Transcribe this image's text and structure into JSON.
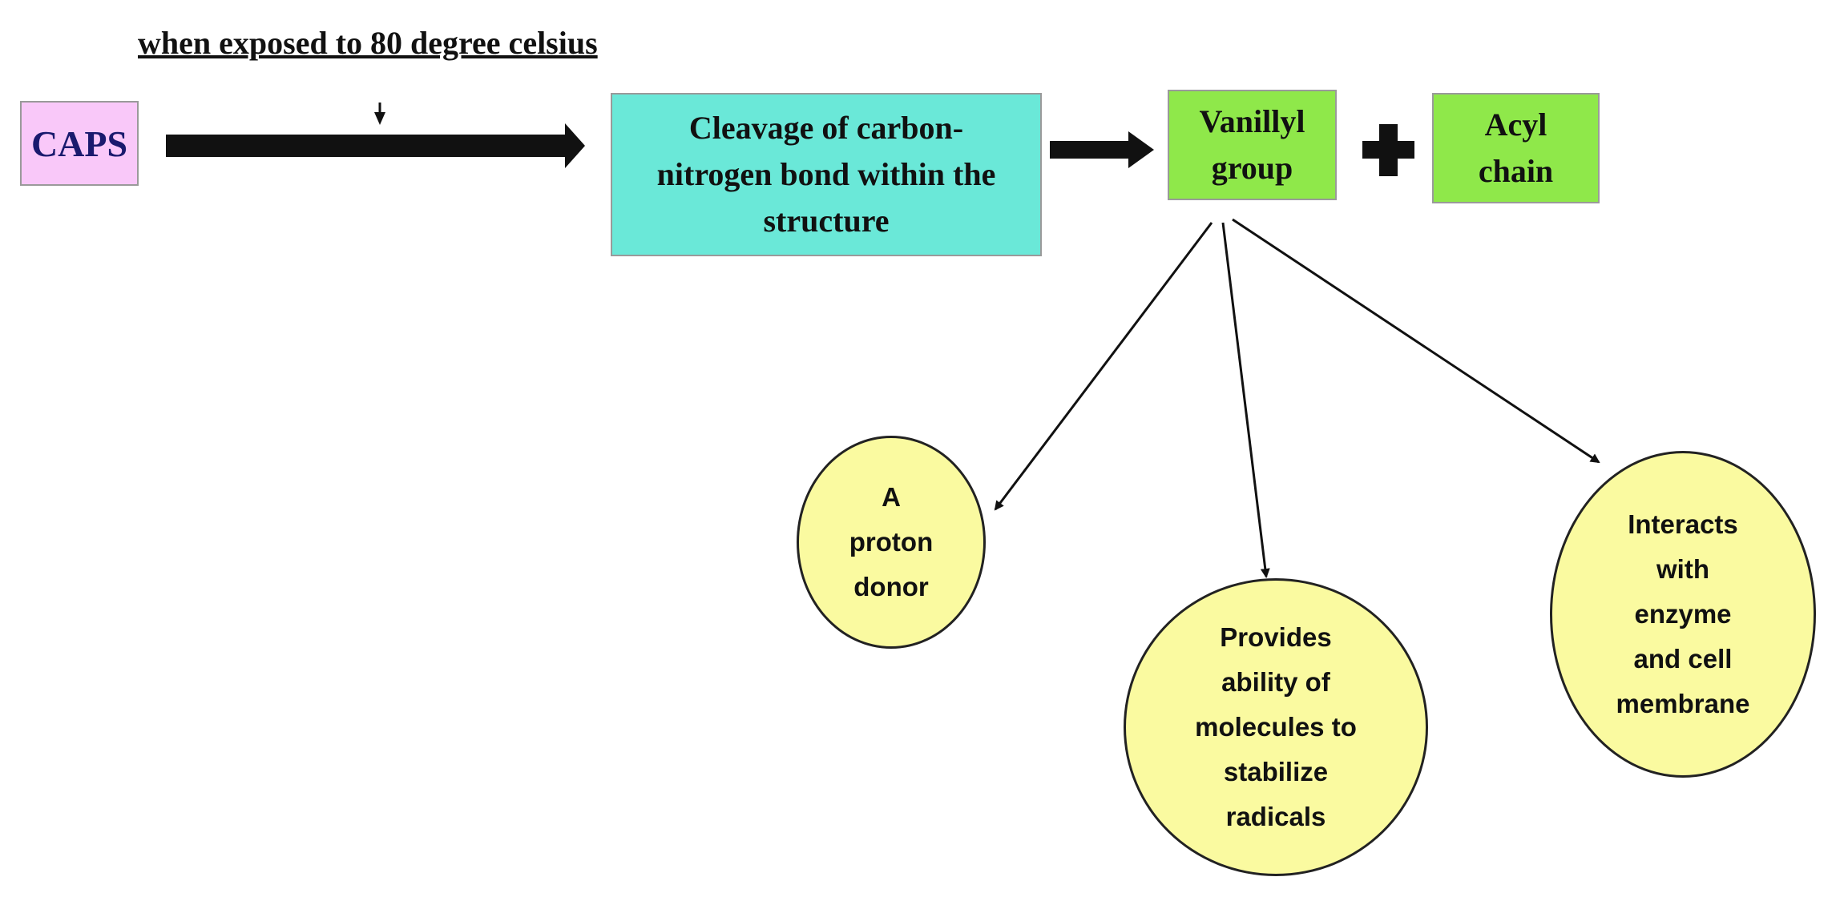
{
  "condition_label": "when exposed to 80 degree celsius",
  "colors": {
    "caps_fill": "#f9c8f9",
    "caps_text": "#1a1a6e",
    "cleavage_fill": "#6ae8d8",
    "group_fill": "#8fe84a",
    "circle_fill": "#fafaa0",
    "arrow": "#111111"
  },
  "nodes": {
    "caps": "CAPS",
    "cleavage": "Cleavage of carbon-\nnitrogen bond within the\nstructure",
    "vanillyl": "Vanillyl\ngroup",
    "plus_icon": "plus-icon",
    "acyl": "Acyl\nchain"
  },
  "properties": [
    {
      "id": "proton",
      "text": "A\nproton\ndonor"
    },
    {
      "id": "radicals",
      "text": "Provides\nability of\nmolecules to\nstabilize\nradicals"
    },
    {
      "id": "membrane",
      "text": "Interacts\nwith\nenzyme\nand cell\nmembrane"
    }
  ]
}
